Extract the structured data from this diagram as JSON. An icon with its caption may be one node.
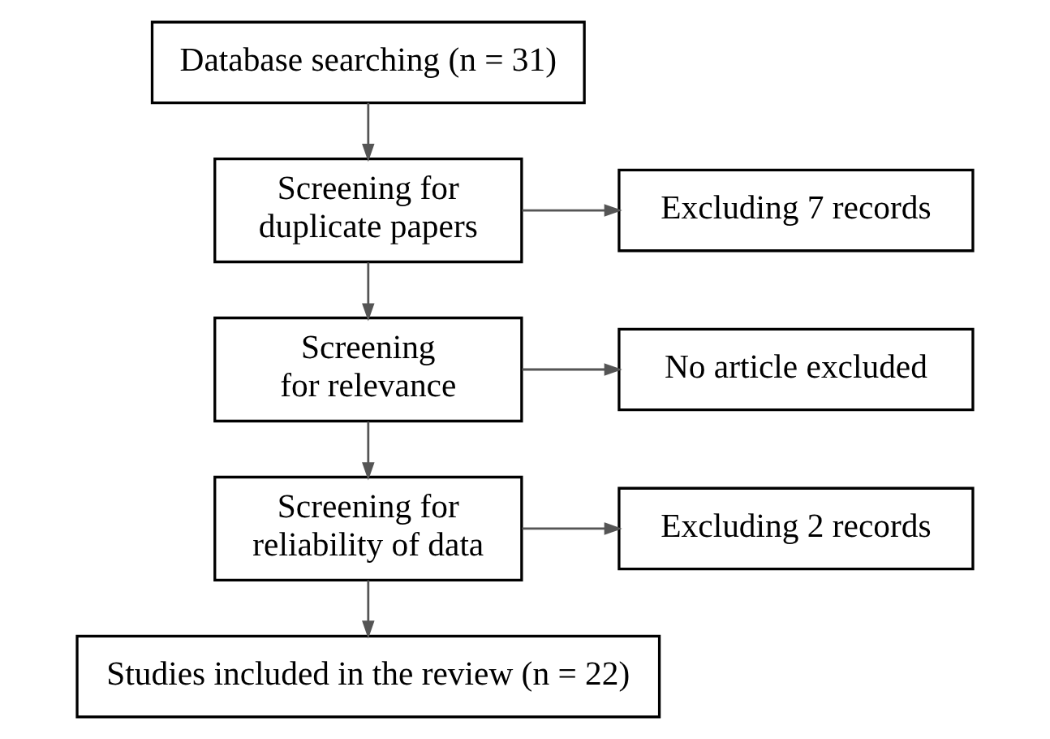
{
  "diagram": {
    "nodes": [
      {
        "text": [
          "Database searching (n = 31)"
        ]
      },
      {
        "text": [
          "Screening for duplicate papers"
        ]
      },
      {
        "text": [
          "Excluding 7 records"
        ]
      },
      {
        "text": [
          "Screening for relevance"
        ]
      },
      {
        "text": [
          "No article excluded"
        ]
      },
      {
        "text": [
          "Screening for reliability of data"
        ]
      },
      {
        "text": [
          "Excluding 2 records"
        ]
      },
      {
        "text": [
          "Studies included in the review (n = 22)"
        ]
      }
    ],
    "edges": [
      {
        "from": 0,
        "to": 1,
        "arrow": "to"
      },
      {
        "from": 1,
        "to": 2,
        "arrow": "to"
      },
      {
        "from": 1,
        "to": 3,
        "arrow": "to"
      },
      {
        "from": 3,
        "to": 4,
        "arrow": "to"
      },
      {
        "from": 3,
        "to": 5,
        "arrow": "to"
      },
      {
        "from": 5,
        "to": 6,
        "arrow": "to"
      },
      {
        "from": 5,
        "to": 7,
        "arrow": "to"
      }
    ]
  }
}
